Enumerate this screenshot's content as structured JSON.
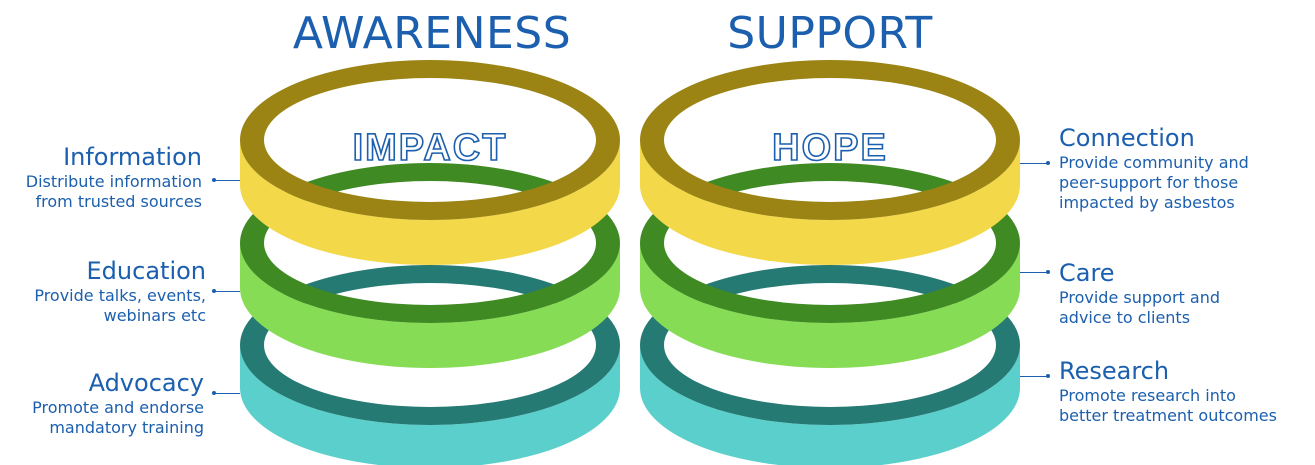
{
  "titles": {
    "left": "AWARENESS",
    "right": "SUPPORT"
  },
  "ring_words": {
    "left": "IMPACT",
    "right": "HOPE"
  },
  "left_items": [
    {
      "heading": "Information",
      "desc_lines": [
        "Distribute information",
        "from trusted sources"
      ]
    },
    {
      "heading": "Education",
      "desc_lines": [
        "Provide talks, events,",
        "webinars etc"
      ]
    },
    {
      "heading": "Advocacy",
      "desc_lines": [
        "Promote and endorse",
        "mandatory training"
      ]
    }
  ],
  "right_items": [
    {
      "heading": "Connection",
      "desc_lines": [
        "Provide community and",
        "peer-support for those",
        "impacted by asbestos"
      ]
    },
    {
      "heading": "Care",
      "desc_lines": [
        "Provide support and",
        "advice to clients"
      ]
    },
    {
      "heading": "Research",
      "desc_lines": [
        "Promote research into",
        "better treatment outcomes"
      ]
    }
  ],
  "colors": {
    "text": "#1b5fae",
    "yellow_band": "#f3d84a",
    "yellow_top": "#9b8414",
    "green_band": "#86dc55",
    "green_top": "#3f8a22",
    "teal_band": "#5bcfcc",
    "teal_top": "#267a74"
  }
}
